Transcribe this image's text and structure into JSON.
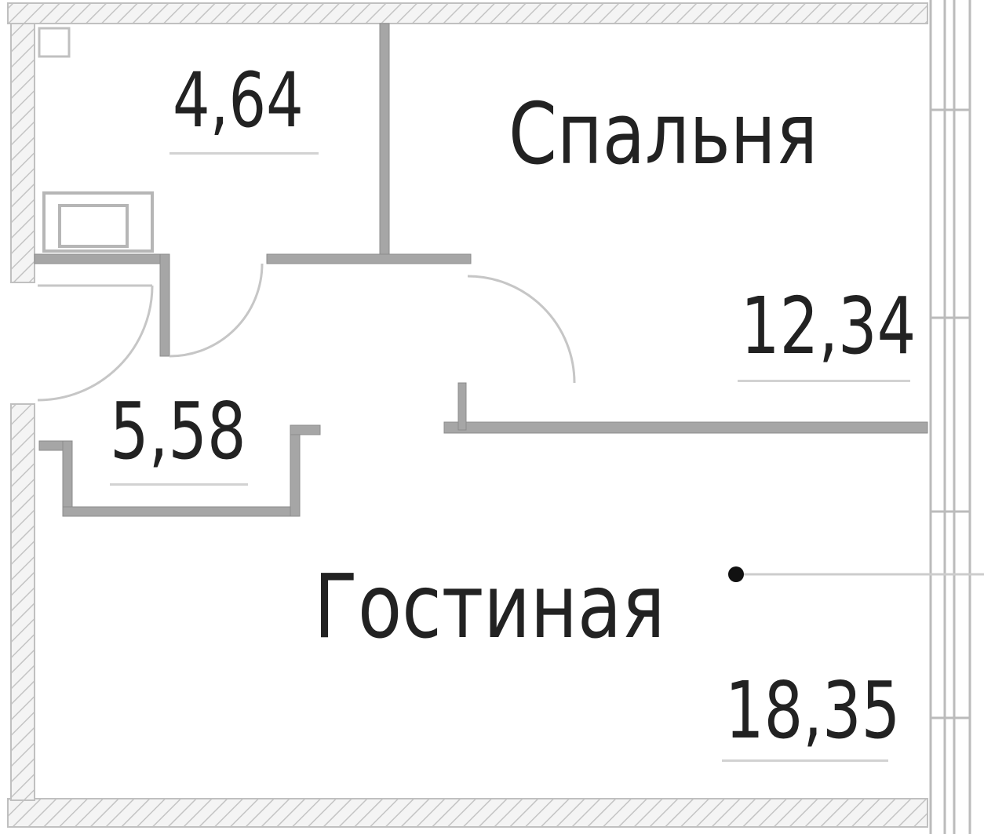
{
  "rooms": {
    "bathroom": {
      "area": "4,64"
    },
    "bedroom": {
      "name": "Спальня",
      "area": "12,34"
    },
    "hallway": {
      "area": "5,58"
    },
    "living": {
      "name": "Гостиная",
      "area": "18,35"
    }
  },
  "colors": {
    "wall": "#9a9a9a",
    "hatch": "#c8c8c8",
    "text": "#222222",
    "line": "#d2d2d2"
  }
}
